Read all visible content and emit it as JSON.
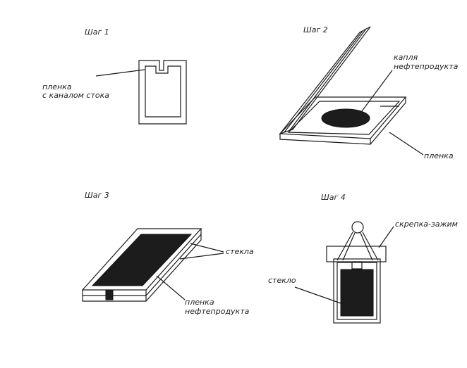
{
  "steps": {
    "step1": {
      "title": "Шаг 1",
      "film_label_line1": "пленка",
      "film_label_line2": "с каналом стока"
    },
    "step2": {
      "title": "Шаг 2",
      "drop_label_line1": "капля",
      "drop_label_line2": "нефтепродукта",
      "film_label": "пленка"
    },
    "step3": {
      "title": "Шаг 3",
      "glass_label": "стекла",
      "film_label_line1": "пленка",
      "film_label_line2": "нефтепродукта"
    },
    "step4": {
      "title": "Шаг 4",
      "clip_label": "скрепка-зажим",
      "glass_label": "стекло"
    }
  },
  "colors": {
    "ink": "#1a1a1a",
    "fill_dark": "#1c1c1c",
    "background": "#ffffff"
  }
}
